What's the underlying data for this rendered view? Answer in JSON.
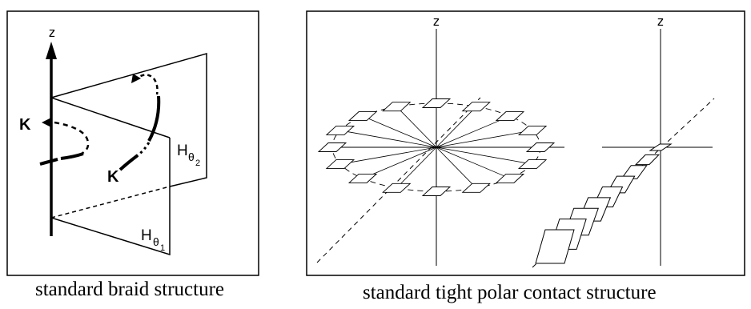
{
  "left_panel": {
    "axis_label": "z",
    "knot_label_left": "K",
    "knot_label_bottom": "K",
    "page_label_top": {
      "main": "H",
      "sub": "θ",
      "subsub": "2"
    },
    "page_label_bottom": {
      "main": "H",
      "sub": "θ",
      "subsub": "1"
    },
    "caption": "standard braid structure"
  },
  "right_panel": {
    "axis_label_left": "z",
    "axis_label_right": "z",
    "caption": "standard tight polar contact structure"
  }
}
